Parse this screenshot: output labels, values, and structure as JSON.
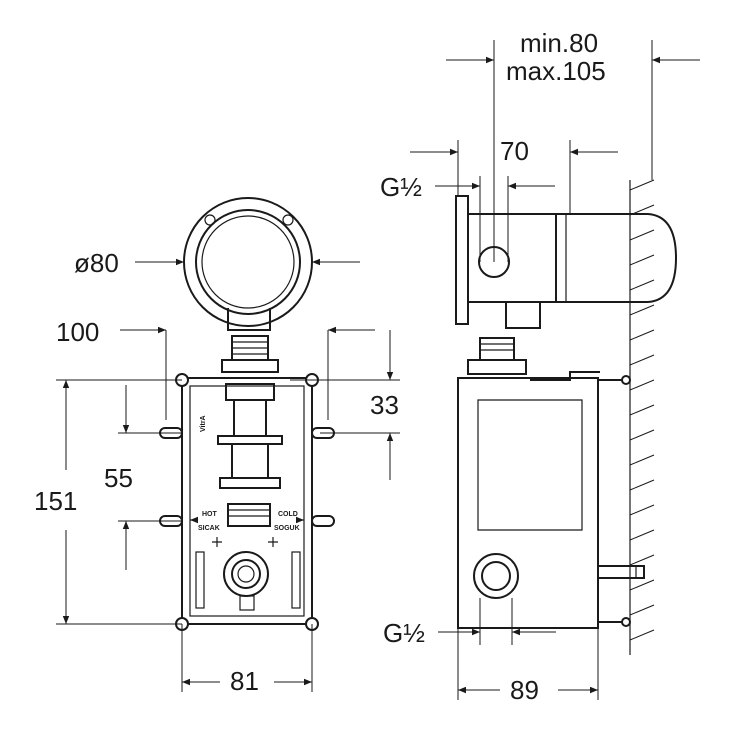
{
  "dimensions": {
    "min": "min.80",
    "max": "max.105",
    "d70": "70",
    "g_top": "G½",
    "diam": "ø80",
    "d100": "100",
    "d33": "33",
    "d55": "55",
    "d151": "151",
    "d81": "81",
    "g_bottom": "G½",
    "d89": "89"
  },
  "box_labels": {
    "brand": "VitrA",
    "hot": "HOT",
    "hot_tr": "SICAK",
    "cold": "COLD",
    "cold_tr": "SOGUK"
  }
}
